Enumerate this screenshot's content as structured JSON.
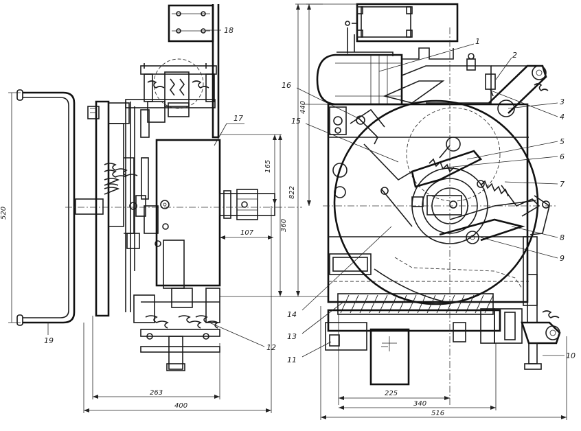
{
  "drawing": {
    "dimensions": {
      "d520": "520",
      "d263": "263",
      "d400": "400",
      "d165": "165",
      "d360": "360",
      "d107": "107",
      "d440": "440",
      "d822": "822",
      "d225": "225",
      "d340": "340",
      "d516": "516"
    },
    "callouts": {
      "c1": "1",
      "c2": "2",
      "c3": "3",
      "c4": "4",
      "c5": "5",
      "c6": "6",
      "c7": "7",
      "c8": "8",
      "c9": "9",
      "c10": "10",
      "c11": "11",
      "c12": "12",
      "c13": "13",
      "c14": "14",
      "c15": "15",
      "c16": "16",
      "c17": "17",
      "c18": "18",
      "c19": "19"
    }
  }
}
